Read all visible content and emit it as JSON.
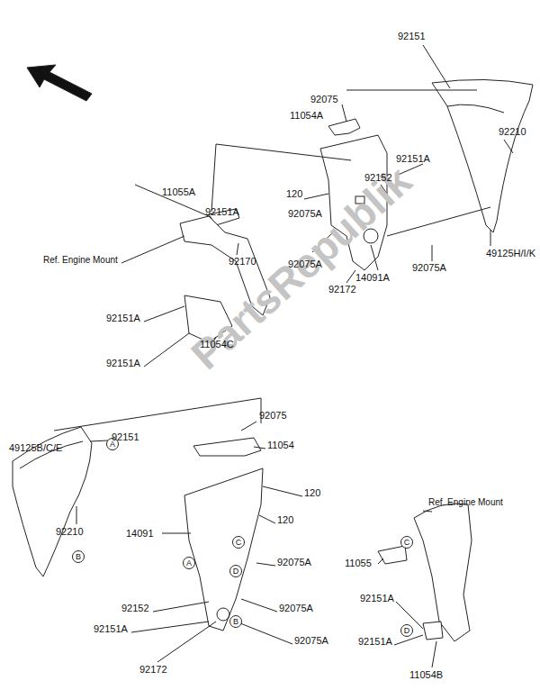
{
  "diagram": {
    "nodes": [
      {
        "text": [
          "A"
        ]
      },
      {
        "text": [
          "B"
        ]
      },
      {
        "text": [
          "A"
        ]
      },
      {
        "text": [
          "C"
        ]
      },
      {
        "text": [
          "D"
        ]
      },
      {
        "text": [
          "B"
        ]
      },
      {
        "text": [
          "C"
        ]
      },
      {
        "text": [
          "D"
        ]
      }
    ],
    "labels": [
      "92151",
      "92075",
      "11054A",
      "92210",
      "92151A",
      "92152",
      "120",
      "11055A",
      "92151A",
      "92075A",
      "49125H/I/K",
      "Ref. Engine Mount",
      "92075A",
      "14091A",
      "92075A",
      "92170",
      "92172",
      "92151A",
      "11054C",
      "92151A",
      "92151",
      "92075",
      "49125B/C/E",
      "11054",
      "120",
      "120",
      "92210",
      "14091",
      "Ref. Engine Mount",
      "11055",
      "92075A",
      "92151A",
      "92152",
      "92075A",
      "92151A",
      "92075A",
      "92172",
      "92151A",
      "11054B",
      "PartsRepublik"
    ]
  }
}
